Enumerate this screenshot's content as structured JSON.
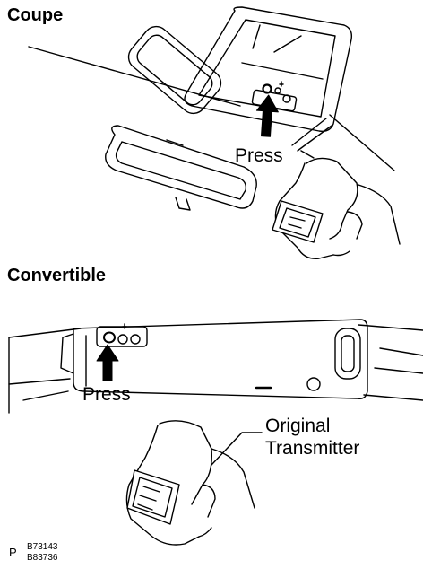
{
  "sections": {
    "coupe": {
      "title": "Coupe",
      "callout": "Press"
    },
    "convertible": {
      "title": "Convertible",
      "callout": "Press",
      "leader_label": [
        "Original",
        "Transmitter"
      ]
    }
  },
  "footer": {
    "p_mark": "P",
    "codes": [
      "B73143",
      "B83736"
    ]
  },
  "icons": [
    "press-arrow-icon",
    "hand-with-transmitter",
    "rear-view-mirror",
    "overhead-console"
  ],
  "colors": {
    "ink": "#000000",
    "paper": "#ffffff",
    "shading": "#dddddd"
  }
}
